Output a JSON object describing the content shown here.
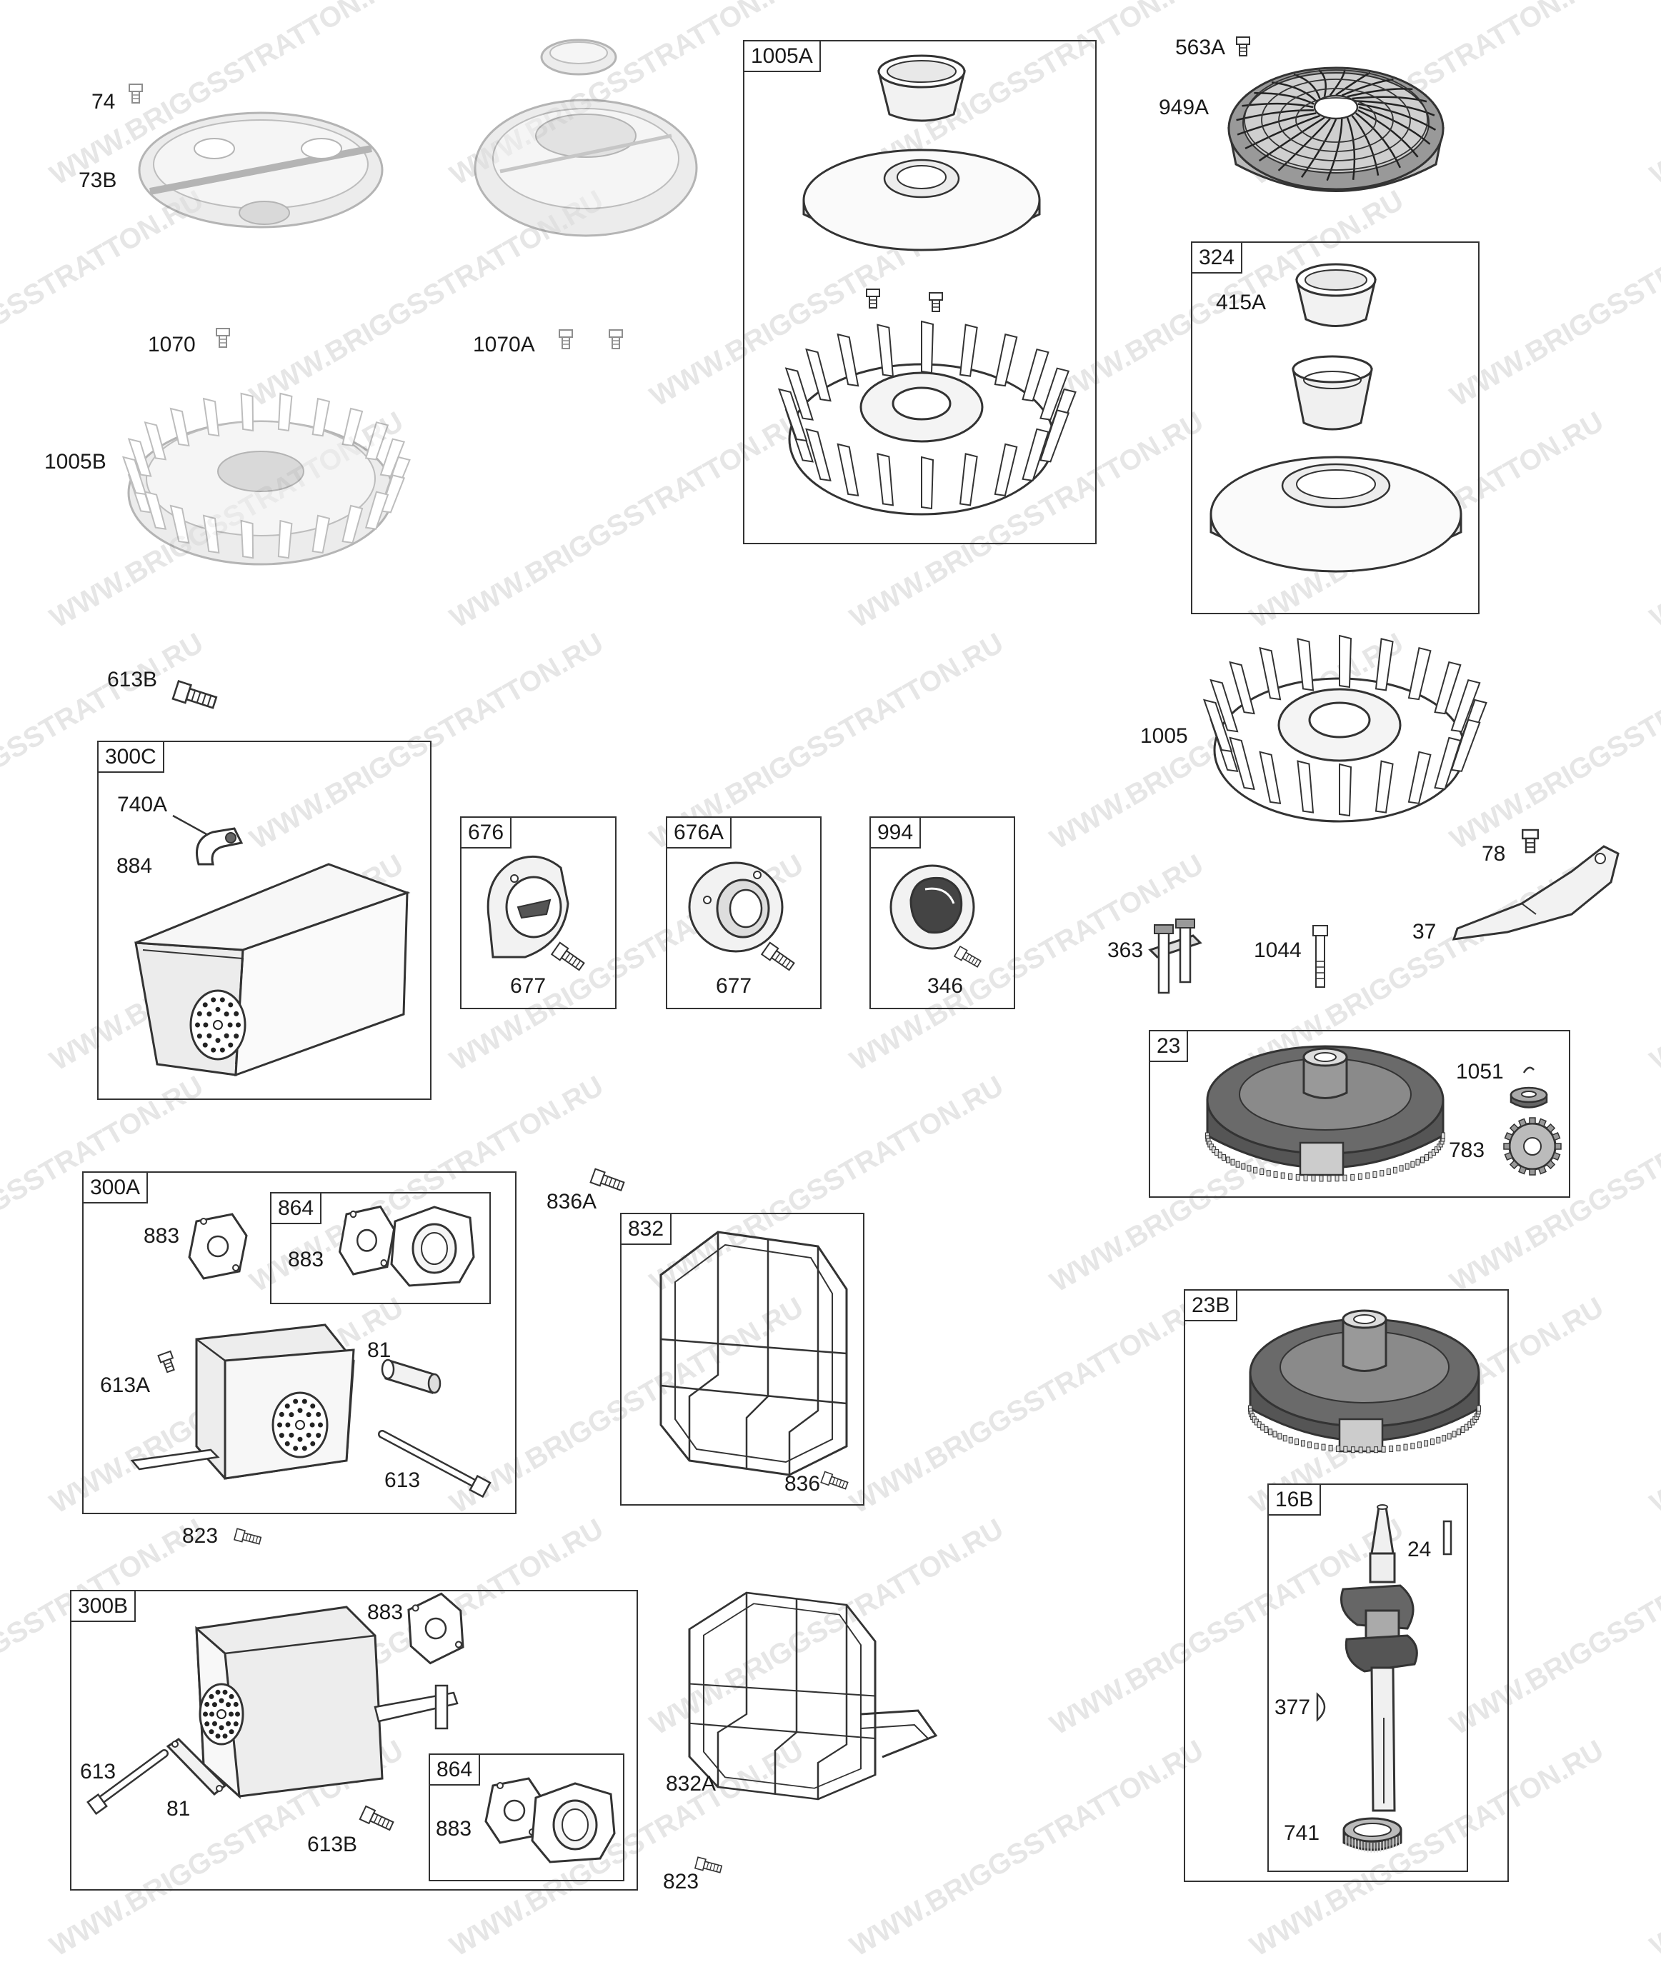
{
  "watermark": "WWW.BRIGGSSTRATTON.RU",
  "colors": {
    "line": "#333333",
    "fill_light": "#f0f0f0",
    "fill_mid": "#bdbdbd",
    "fill_dark": "#444444",
    "faded": "#9a9a9a",
    "watermark": "#e6e6e6"
  },
  "boxes": {
    "b1005A": "1005A",
    "b324": "324",
    "b300C": "300C",
    "b676": "676",
    "b676A": "676A",
    "b994": "994",
    "b23": "23",
    "b300A": "300A",
    "b864a": "864",
    "b832": "832",
    "b23B": "23B",
    "b16B": "16B",
    "b300B": "300B",
    "b864b": "864"
  },
  "labels": {
    "l74": "74",
    "l73B": "73B",
    "l1070": "1070",
    "l1070A": "1070A",
    "l1005B": "1005B",
    "l563A": "563A",
    "l949A": "949A",
    "l415A": "415A",
    "l613B_top": "613B",
    "l1005": "1005",
    "l740A": "740A",
    "l884": "884",
    "l677a": "677",
    "l677b": "677",
    "l346": "346",
    "l78": "78",
    "l37": "37",
    "l363": "363",
    "l1044": "1044",
    "l1051": "1051",
    "l783": "783",
    "l836A": "836A",
    "l883a": "883",
    "l883b": "883",
    "l81a": "81",
    "l613A": "613A",
    "l613a": "613",
    "l823a": "823",
    "l836": "836",
    "l24": "24",
    "l377": "377",
    "l741": "741",
    "l883c": "883",
    "l613b": "613",
    "l81b": "81",
    "l613B_bot": "613B",
    "l883d": "883",
    "l832A": "832A",
    "l823b": "823"
  }
}
